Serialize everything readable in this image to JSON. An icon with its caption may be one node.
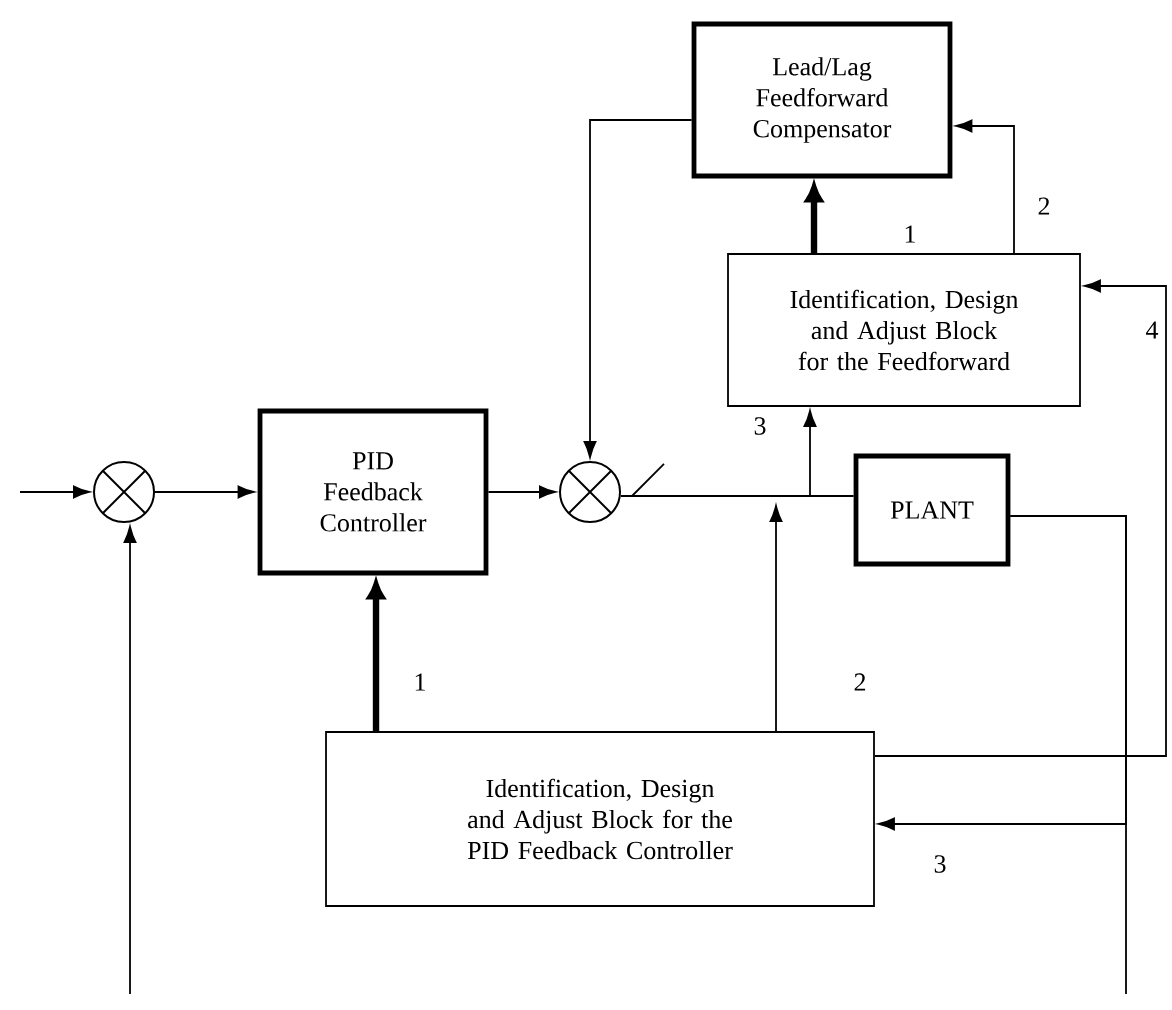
{
  "diagram": {
    "nodes": [
      {
        "text": [
          "Lead/Lag Feedforward Compensator"
        ]
      },
      {
        "text": [
          "Identification, Design and Adjust Block for the Feedforward"
        ]
      },
      {
        "text": [],
        "shape": "circle"
      },
      {
        "text": [
          "PID Feedback Controller"
        ]
      },
      {
        "text": [],
        "shape": "circle"
      },
      {
        "text": [
          "PLANT"
        ]
      },
      {
        "text": [
          "Identification, Design and Adjust Block for the PID Feedback Controller"
        ]
      }
    ],
    "edges": [
      {
        "from": null,
        "to": 2,
        "arrow": "to"
      },
      {
        "from": 2,
        "to": 3,
        "arrow": "to"
      },
      {
        "from": 3,
        "to": 4,
        "arrow": "to"
      },
      {
        "from": 0,
        "to": 4,
        "arrow": "to"
      },
      {
        "from": 4,
        "to": 5,
        "arrow": "none"
      },
      {
        "from": 4,
        "to": 1,
        "arrow": "to",
        "label": "3"
      },
      {
        "from": 1,
        "to": 0,
        "arrow": "to",
        "label": "1",
        "style": "thick"
      },
      {
        "from": 1,
        "to": 0,
        "arrow": "to",
        "label": "2"
      },
      {
        "from": 5,
        "to": 6,
        "arrow": "to",
        "label": "3"
      },
      {
        "from": 5,
        "to": null,
        "arrow": "none"
      },
      {
        "from": null,
        "to": 2,
        "arrow": "to"
      },
      {
        "from": 6,
        "to": 1,
        "arrow": "to",
        "label": "4"
      },
      {
        "from": 6,
        "to": 3,
        "arrow": "to",
        "label": "1",
        "style": "thick"
      },
      {
        "from": 6,
        "to": null,
        "arrow": "to",
        "label": "2"
      }
    ]
  }
}
